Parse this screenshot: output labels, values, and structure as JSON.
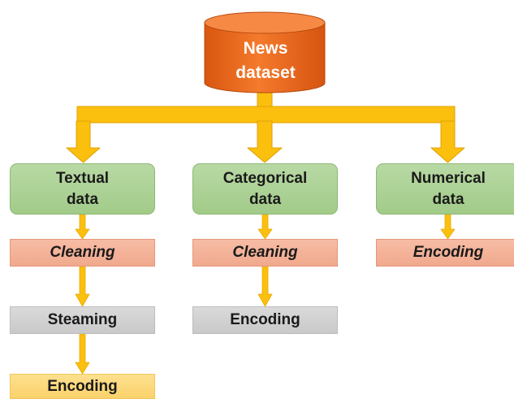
{
  "source": {
    "label": "News\ndataset"
  },
  "columns": [
    {
      "category": "Textual\ndata",
      "steps": [
        "Cleaning",
        "Steaming",
        "Encoding"
      ]
    },
    {
      "category": "Categorical\ndata",
      "steps": [
        "Cleaning",
        "Encoding"
      ]
    },
    {
      "category": "Numerical\ndata",
      "steps": [
        "Encoding"
      ]
    }
  ],
  "colors": {
    "database": "#f26b1d",
    "arrows": "#fbbc05",
    "category_fill": "#a9d18e",
    "cleaning_fill": "#f4b183",
    "grey_step_fill": "#d0d0d0",
    "final_step_fill": "#fcd56f"
  }
}
